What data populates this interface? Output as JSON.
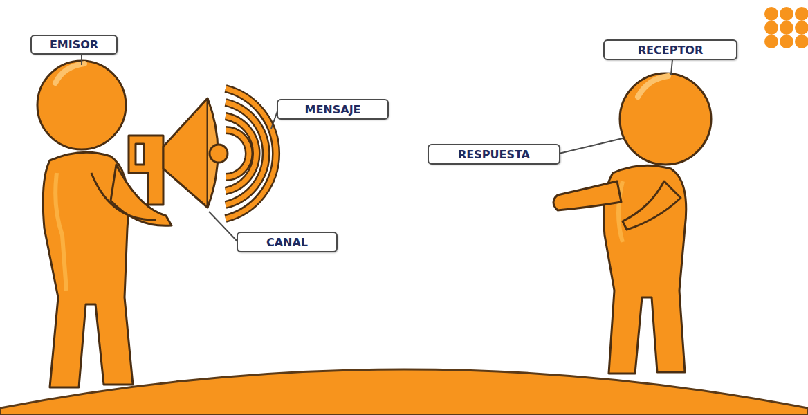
{
  "diagram": {
    "nodes": [
      {
        "text": [
          "EMISOR"
        ]
      },
      {
        "text": [
          "RECEPTOR"
        ]
      },
      {
        "text": [
          "MENSAJE"
        ]
      },
      {
        "text": [
          "RESPUESTA"
        ]
      },
      {
        "text": [
          "CANAL"
        ]
      }
    ]
  }
}
